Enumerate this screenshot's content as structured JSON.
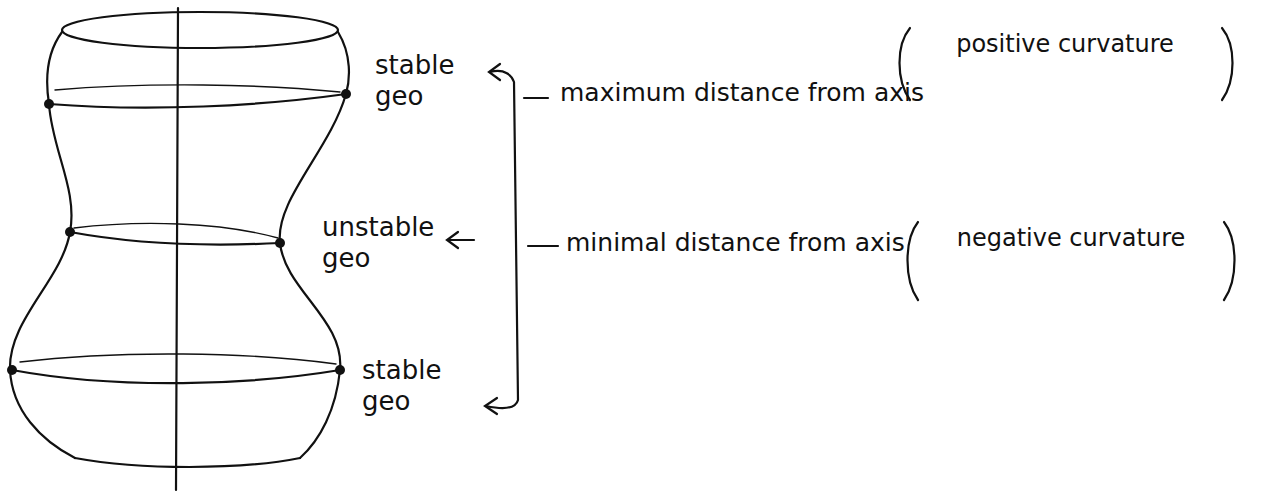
{
  "diagram": {
    "labels": [
      "stable geo",
      "unstable geo",
      "stable geo",
      "maximum distance from axis",
      "positive curvature",
      "minimal distance from axis",
      "negative curvature"
    ]
  }
}
